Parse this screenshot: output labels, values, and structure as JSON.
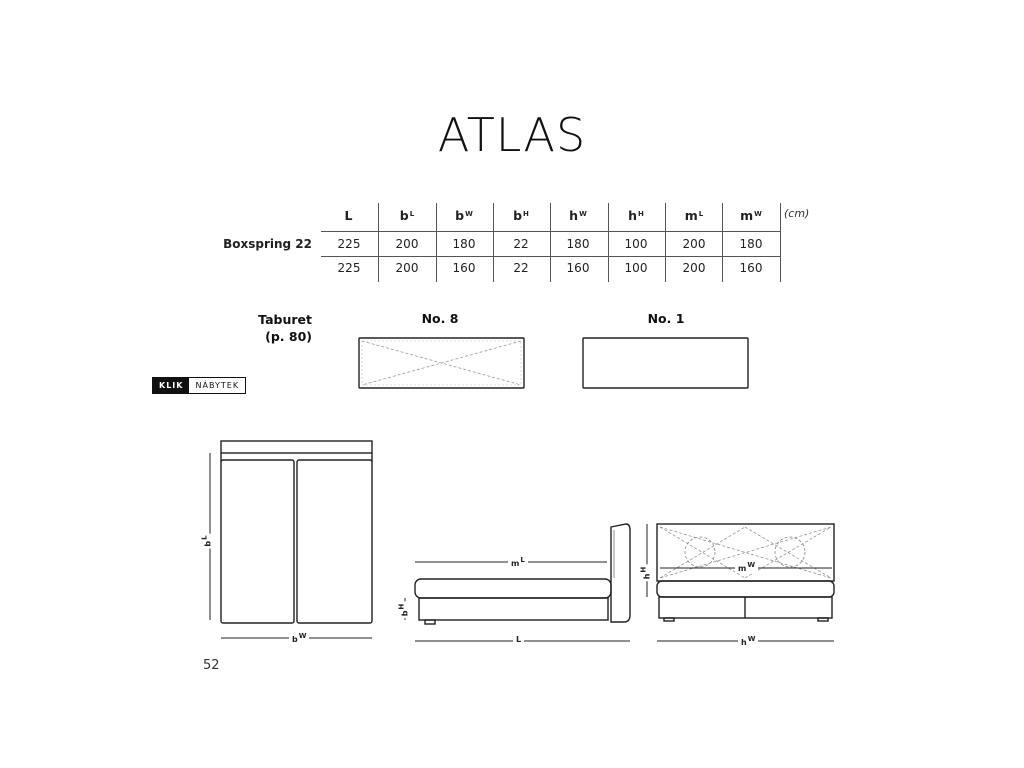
{
  "title": "ATLAS",
  "table": {
    "unit": "(cm)",
    "columns": [
      {
        "base": "L",
        "sup": ""
      },
      {
        "base": "b",
        "sup": "L"
      },
      {
        "base": "b",
        "sup": "W"
      },
      {
        "base": "b",
        "sup": "H"
      },
      {
        "base": "h",
        "sup": "W"
      },
      {
        "base": "h",
        "sup": "H"
      },
      {
        "base": "m",
        "sup": "L"
      },
      {
        "base": "m",
        "sup": "W"
      }
    ],
    "row_label": "Boxspring 22",
    "rows": [
      [
        "225",
        "200",
        "180",
        "22",
        "180",
        "100",
        "200",
        "180"
      ],
      [
        "225",
        "200",
        "160",
        "22",
        "160",
        "100",
        "200",
        "160"
      ]
    ]
  },
  "taburet": {
    "label_line1": "Taburet",
    "label_line2": "(p. 80)",
    "variants": [
      "No. 8",
      "No. 1"
    ]
  },
  "brand": {
    "part1": "KLIK",
    "part2": "NÁBYTEK"
  },
  "dimension_labels": {
    "top_height": {
      "base": "b",
      "sup": "L"
    },
    "top_width": {
      "base": "b",
      "sup": "W"
    },
    "side_mattress": {
      "base": "m",
      "sup": "L"
    },
    "side_base_height": {
      "base": "b",
      "sup": "H"
    },
    "side_length": {
      "base": "L",
      "sup": ""
    },
    "front_mattress": {
      "base": "m",
      "sup": "W"
    },
    "front_height": {
      "base": "h",
      "sup": "H"
    },
    "front_width": {
      "base": "h",
      "sup": "W"
    }
  },
  "page_number": "52"
}
